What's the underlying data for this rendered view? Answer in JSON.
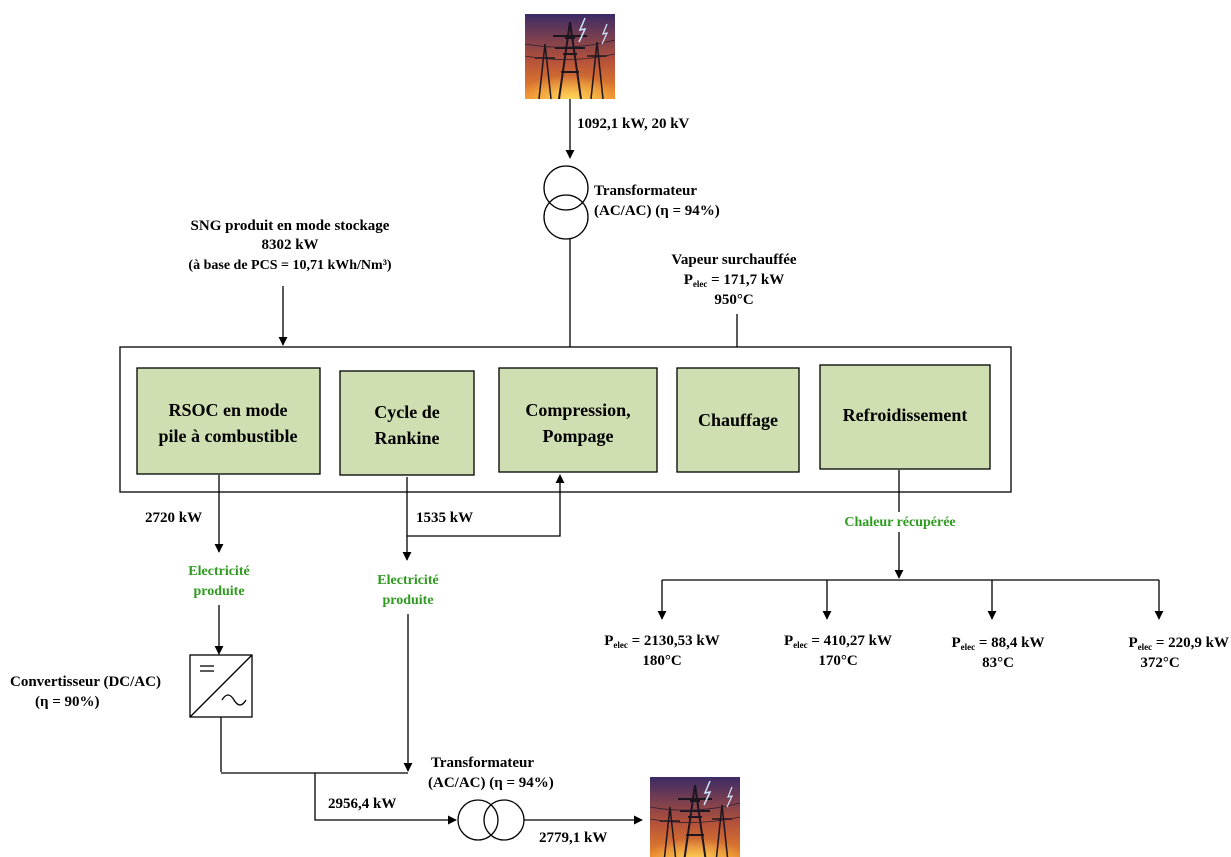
{
  "colors": {
    "box_fill": "#cfdfb2",
    "green_text": "#2e9b1f",
    "sky_top": "#3c2b66",
    "sky_bottom": "#f08a28"
  },
  "grid_top": {
    "label": "1092,1 kW, 20 kV",
    "icon": "power-pylon-sunset-icon"
  },
  "transformer_top": {
    "line1": "Transformateur",
    "line2": "(AC/AC) (η = 94%)",
    "icon": "transformer-icon"
  },
  "sng": {
    "line1": "SNG produit en mode stockage",
    "line2": "8302 kW",
    "line3": "(à base de PCS = 10,71 kWh/Nm³)"
  },
  "steam": {
    "line1": "Vapeur surchauffée",
    "line2_prefix": "P",
    "line2_sub": "elec",
    "line2_rest": " = 171,7 kW",
    "line3": "950°C"
  },
  "boxes": [
    {
      "line1": "RSOC en mode",
      "line2": "pile à combustible"
    },
    {
      "line1": "Cycle de",
      "line2": "Rankine"
    },
    {
      "line1": "Compression,",
      "line2": "Pompage"
    },
    {
      "line1": "Chauffage",
      "line2": ""
    },
    {
      "line1": "Refroidissement",
      "line2": ""
    }
  ],
  "rsoc_out": "2720 kW",
  "rankine_out": "1535 kW",
  "elec1": {
    "line1": "Electricité",
    "line2": "produite"
  },
  "elec2": {
    "line1": "Electricité",
    "line2": "produite"
  },
  "heat": "Chaleur récupérée",
  "heat_outputs": [
    {
      "prefix": "P",
      "sub": "elec",
      "value": " = 2130,53 kW",
      "temp": "180°C"
    },
    {
      "prefix": "P",
      "sub": "elec",
      "value": " = 410,27 kW",
      "temp": "170°C"
    },
    {
      "prefix": "P",
      "sub": "elec",
      "value": " = 88,4 kW",
      "temp": "83°C"
    },
    {
      "prefix": "P",
      "sub": "elec",
      "value": " = 220,9 kW",
      "temp": "372°C"
    }
  ],
  "converter": {
    "line1": "Convertisseur (DC/AC)",
    "line2": "(η = 90%)",
    "icon": "dc-ac-converter-icon"
  },
  "transformer_bottom": {
    "line1": "Transformateur",
    "line2": "(AC/AC) (η = 94%)",
    "icon": "transformer-icon"
  },
  "merge_label": "2956,4 kW",
  "out_label": "2779,1 kW",
  "grid_bottom": {
    "icon": "power-pylon-sunset-icon"
  }
}
